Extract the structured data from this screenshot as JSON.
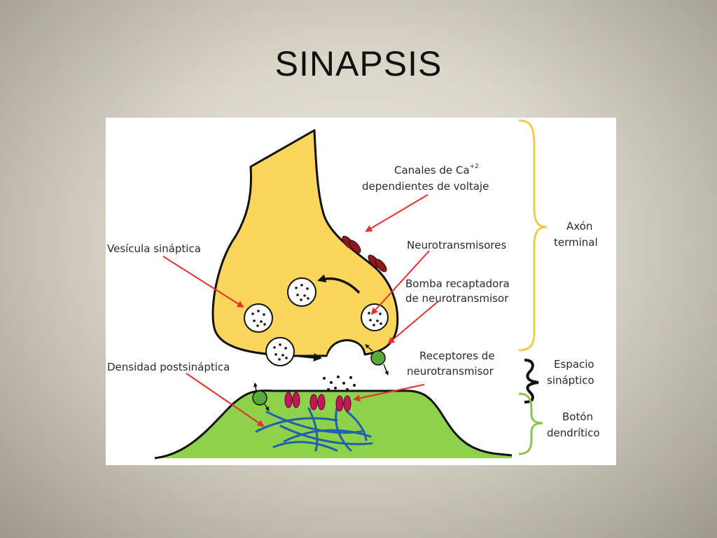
{
  "slide": {
    "title": "SINAPSIS"
  },
  "diagram": {
    "labels": {
      "calcium_line1": "Canales de Ca",
      "calcium_sup": "+2",
      "calcium_line2": "dependientes de voltaje",
      "vesicle": "Vesícula sináptica",
      "neurotransmitters": "Neurotransmisores",
      "pump_line1": "Bomba recaptadora",
      "pump_line2": "de neurotransmisor",
      "receptors_line1": "Receptores de",
      "receptors_line2": "neurotransmisor",
      "density": "Densidad postsináptica",
      "axon_line1": "Axón",
      "axon_line2": "terminal",
      "cleft_line1": "Espacio",
      "cleft_line2": "sináptico",
      "button_line1": "Botón",
      "button_line2": "dendrítico"
    },
    "colors": {
      "axon_fill": "#fbd65a",
      "dendrite_fill": "#8ed14a",
      "outline": "#111111",
      "arrow": "#e53030",
      "ca_channel": "#8b1a1a",
      "receptor": "#c2185b",
      "pump": "#5aaa3a",
      "filaments": "#1f5fb0",
      "brace_axon": "#f2c94c",
      "brace_cleft": "#111111",
      "brace_dendrite": "#8bc34a"
    }
  }
}
